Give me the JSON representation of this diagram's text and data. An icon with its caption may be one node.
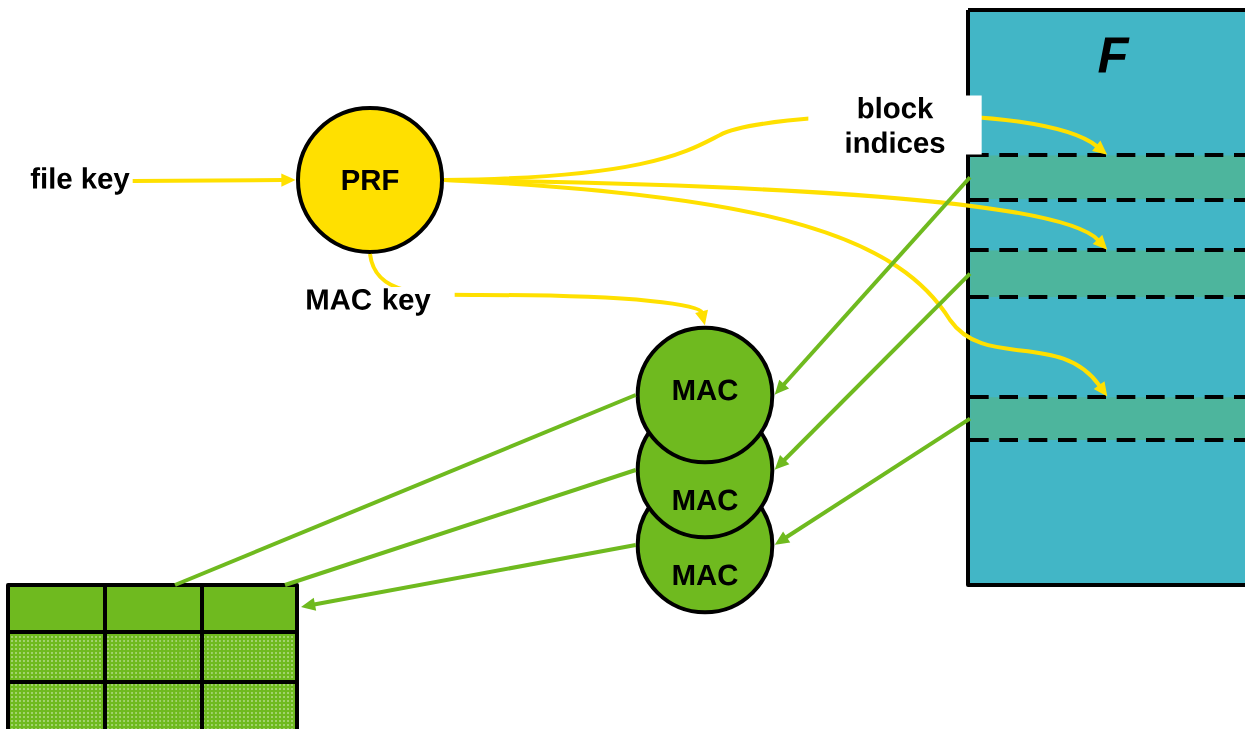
{
  "diagram": {
    "nodes": [
      {
        "text": [
          "file key"
        ]
      },
      {
        "text": [
          "PRF"
        ]
      },
      {
        "text": [
          "F"
        ]
      },
      {
        "text": [],
        "shape": "bar",
        "in": 2
      },
      {
        "text": [],
        "shape": "bar",
        "in": 2
      },
      {
        "text": [],
        "shape": "bar",
        "in": 2
      },
      {
        "text": [
          "MAC"
        ]
      },
      {
        "text": [
          "MAC"
        ]
      },
      {
        "text": [
          "MAC"
        ]
      },
      {
        "text": [],
        "shape": "table"
      }
    ],
    "edges": [
      {
        "from": 0,
        "to": 1,
        "arrow": "to",
        "color": "#ffe000"
      },
      {
        "from": 1,
        "to": 3,
        "arrow": "to",
        "color": "#ffe000",
        "label": "block indices"
      },
      {
        "from": 1,
        "to": 4,
        "arrow": "to",
        "color": "#ffe000"
      },
      {
        "from": 1,
        "to": 5,
        "arrow": "to",
        "color": "#ffe000"
      },
      {
        "from": 1,
        "to": 6,
        "arrow": "to",
        "color": "#ffe000",
        "label": "MAC key"
      },
      {
        "from": 3,
        "to": 6,
        "arrow": "to"
      },
      {
        "from": 4,
        "to": 7,
        "arrow": "to"
      },
      {
        "from": 5,
        "to": 8,
        "arrow": "to"
      },
      {
        "from": 6,
        "to": 9,
        "arrow": "none"
      },
      {
        "from": 7,
        "to": 9,
        "arrow": "none"
      },
      {
        "from": 8,
        "to": 9,
        "arrow": "to"
      }
    ]
  }
}
